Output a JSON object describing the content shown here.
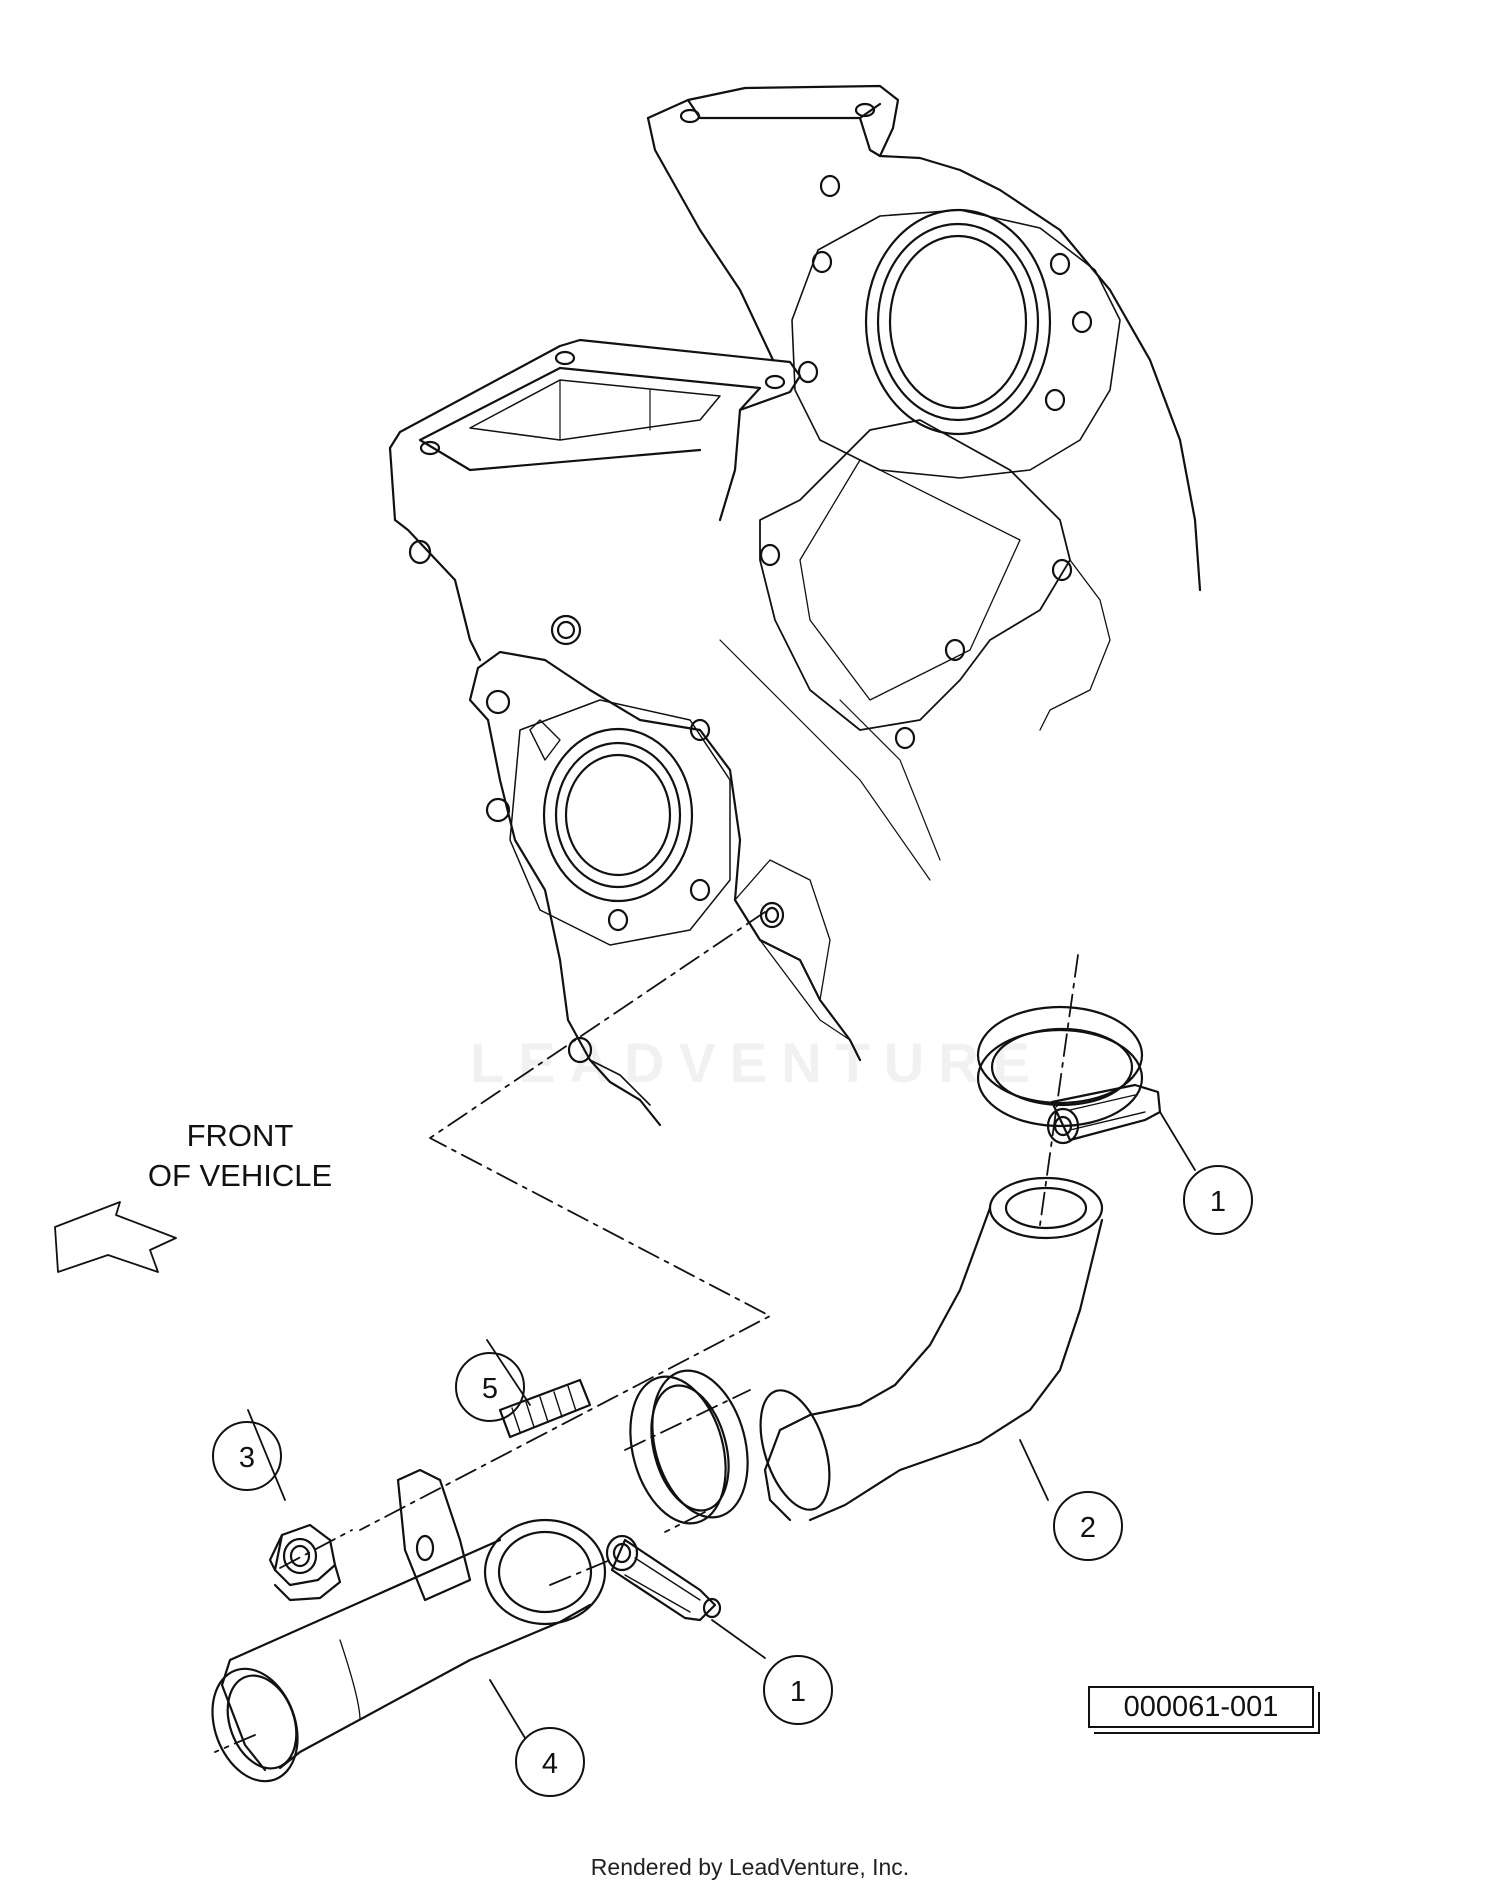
{
  "front_label": {
    "line1": "FRONT",
    "line2": "OF VEHICLE"
  },
  "callouts": [
    {
      "id": "callout-1-upper",
      "number": "1"
    },
    {
      "id": "callout-2",
      "number": "2"
    },
    {
      "id": "callout-3",
      "number": "3"
    },
    {
      "id": "callout-4",
      "number": "4"
    },
    {
      "id": "callout-5",
      "number": "5"
    },
    {
      "id": "callout-1-lower",
      "number": "1"
    }
  ],
  "drawing_id": "000061-001",
  "watermark": "LEADVENTURE",
  "footer": "Rendered by LeadVenture, Inc.",
  "colors": {
    "line": "#111111",
    "background": "#ffffff"
  }
}
